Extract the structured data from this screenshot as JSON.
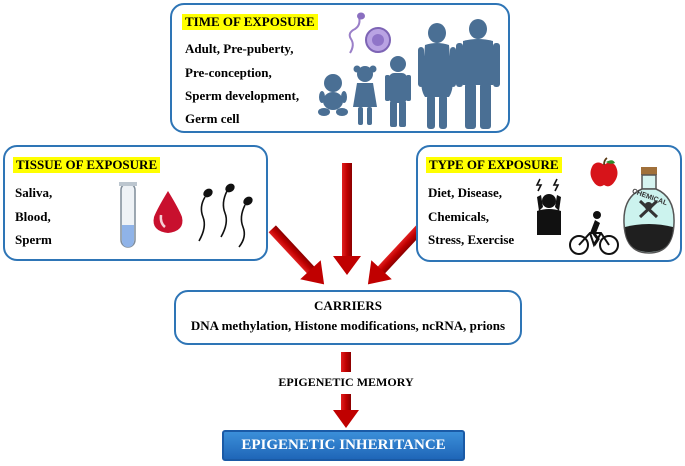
{
  "time_box": {
    "title": "TIME OF EXPOSURE",
    "lines": [
      "Adult, Pre-puberty,",
      "Pre-conception,",
      "Sperm development,",
      "Germ cell"
    ]
  },
  "tissue_box": {
    "title": "TISSUE OF EXPOSURE",
    "lines": [
      "Saliva,",
      "Blood,",
      "Sperm"
    ]
  },
  "type_box": {
    "title": "TYPE OF EXPOSURE",
    "lines": [
      "Diet, Disease,",
      "Chemicals,",
      "Stress, Exercise"
    ],
    "flask_label": "CHEMICAL"
  },
  "carriers": {
    "title": "CARRIERS",
    "subtitle": "DNA methylation, Histone modifications, ncRNA, prions"
  },
  "memory_label": "EPIGENETIC MEMORY",
  "inheritance_label": "EPIGENETIC INHERITANCE",
  "colors": {
    "box_border": "#2e75b6",
    "highlight": "#ffff00",
    "arrow": "#c00000",
    "inheritance_bg": "#2f80d0",
    "silhouette": "#4a6f94"
  },
  "icons": [
    "sperm-egg-icon",
    "baby-icon",
    "girl-icon",
    "boy-icon",
    "woman-icon",
    "man-icon",
    "test-tube-icon",
    "blood-drop-icon",
    "sperm-icon",
    "stressed-person-icon",
    "apple-icon",
    "cyclist-icon",
    "chemical-flask-icon"
  ]
}
